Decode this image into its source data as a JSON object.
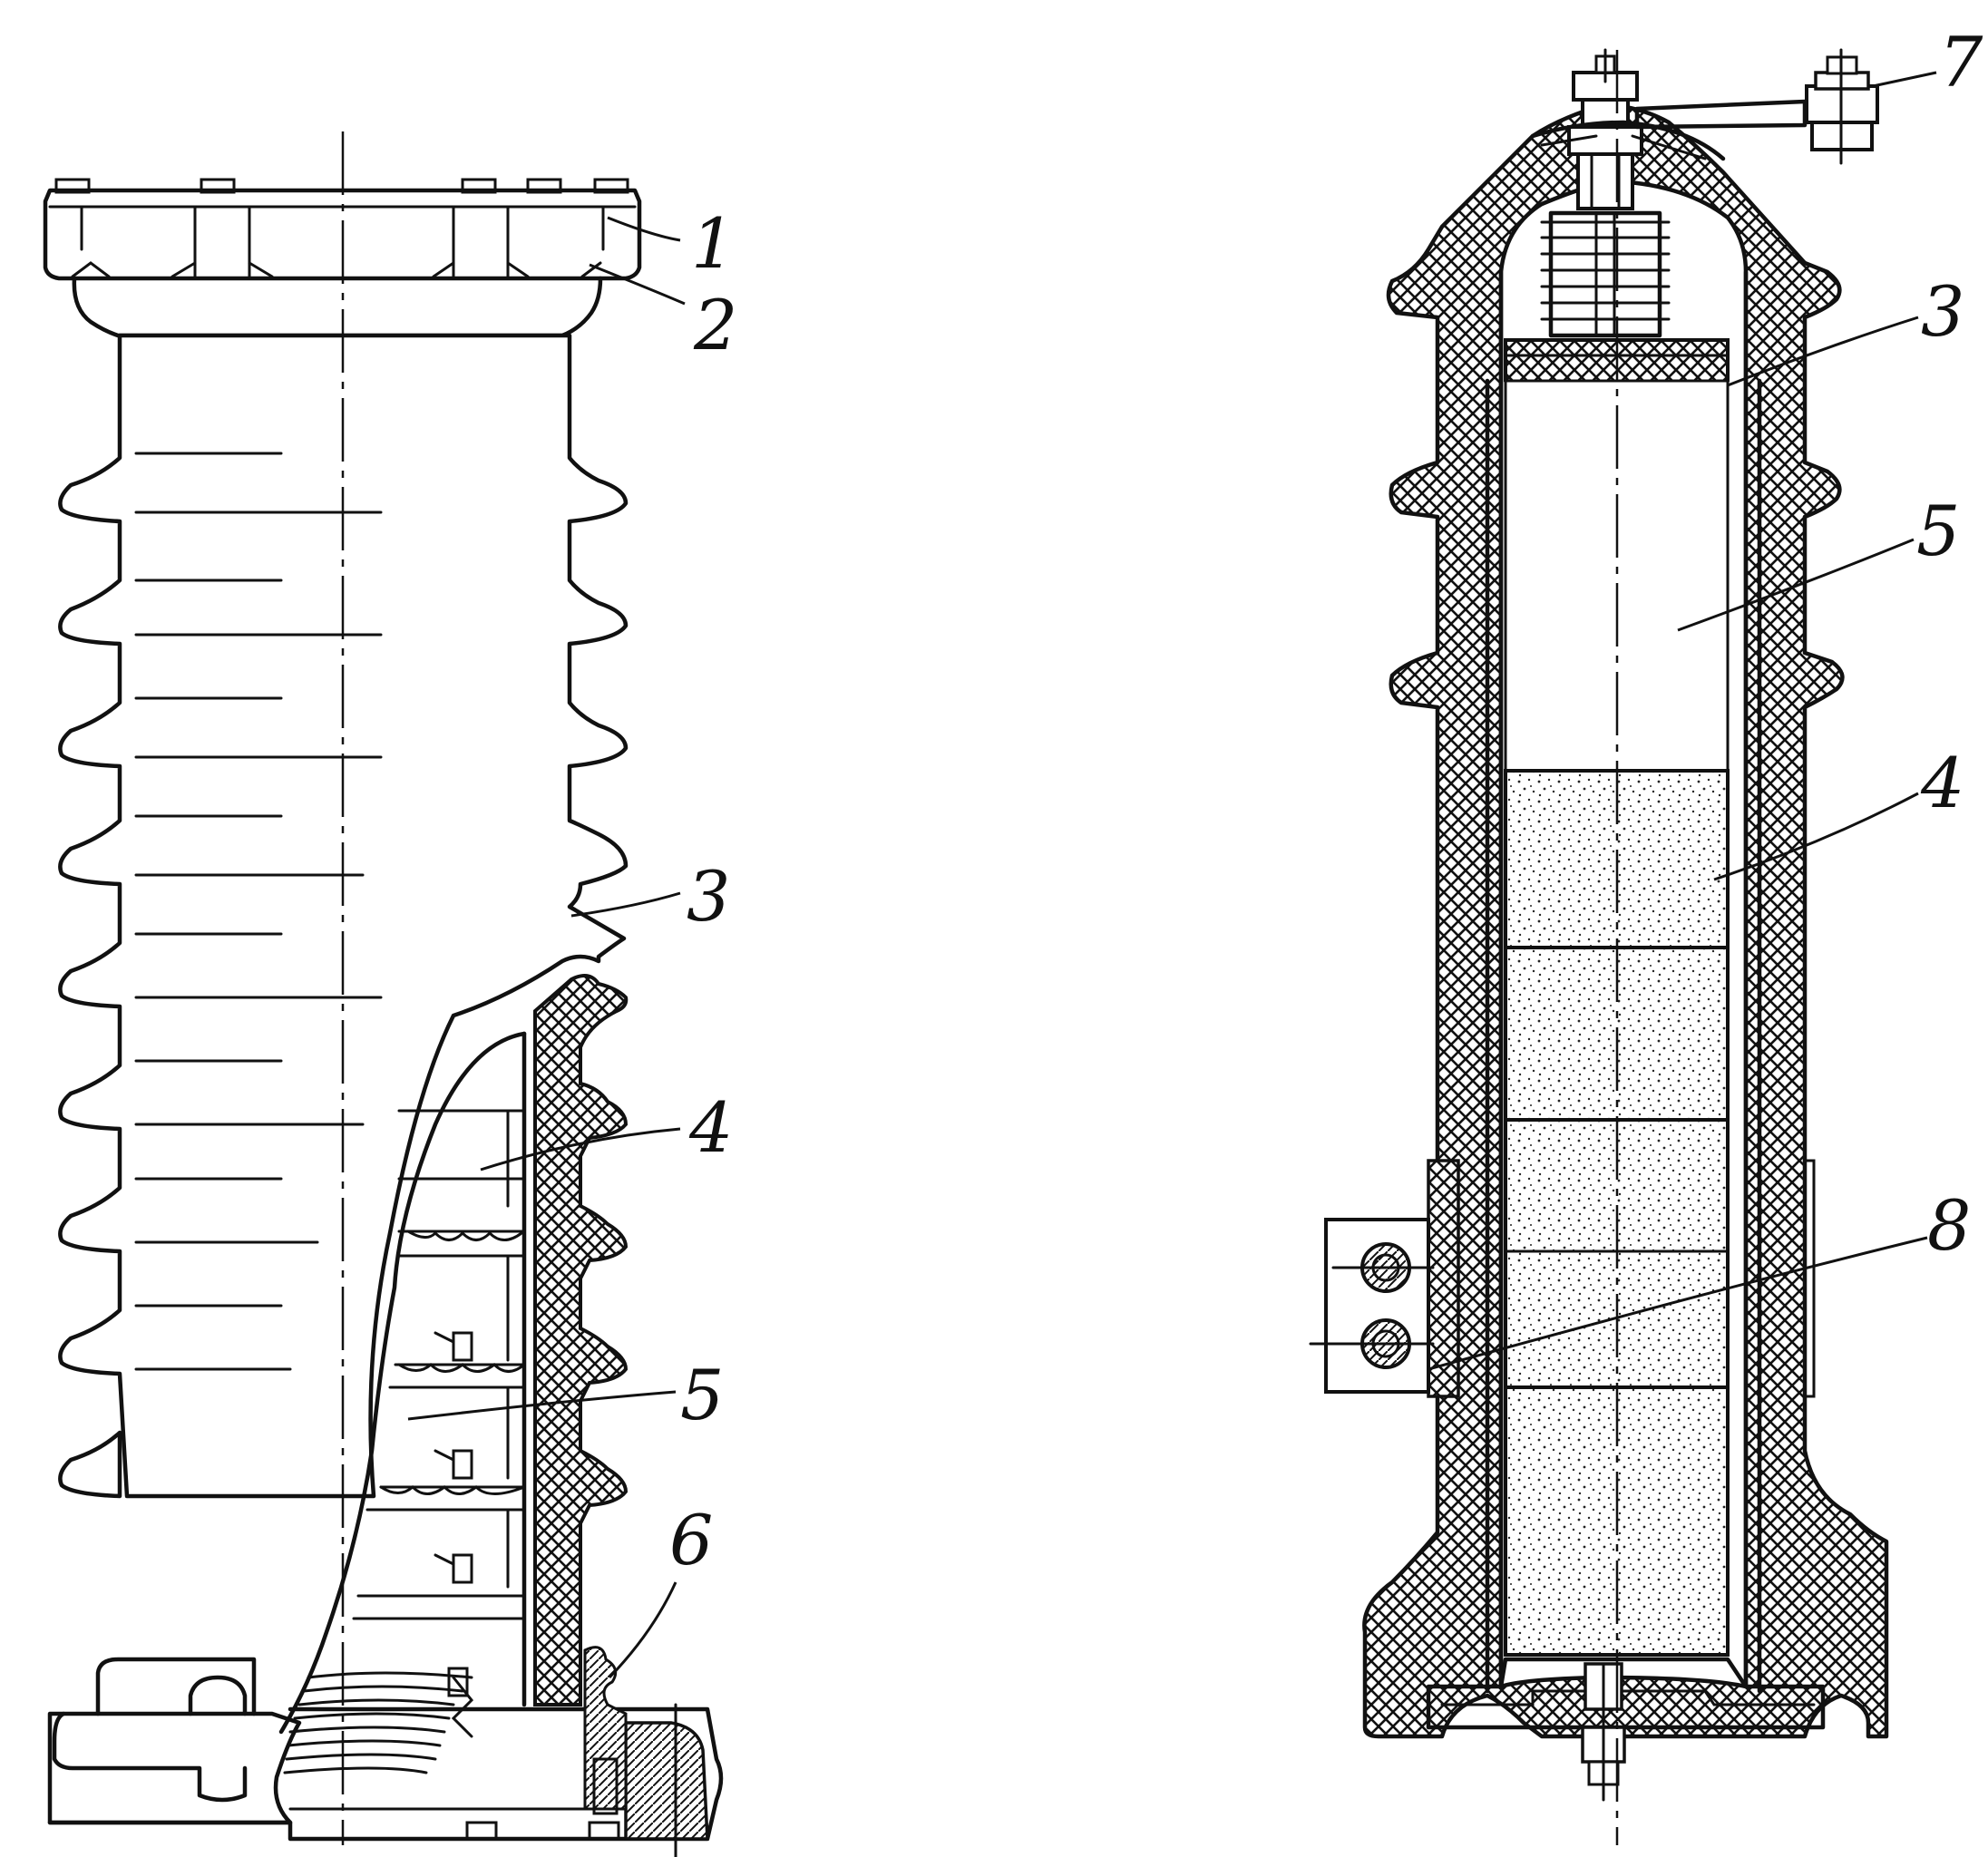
{
  "figures": [
    {
      "id": "left-arrester-exterior-cutaway",
      "callouts": [
        "1",
        "2",
        "3",
        "4",
        "5",
        "6"
      ]
    },
    {
      "id": "right-arrester-section",
      "callouts": [
        "7",
        "3",
        "5",
        "4",
        "8"
      ]
    }
  ],
  "colors": {
    "ink": "#111111",
    "paper": "#ffffff"
  }
}
